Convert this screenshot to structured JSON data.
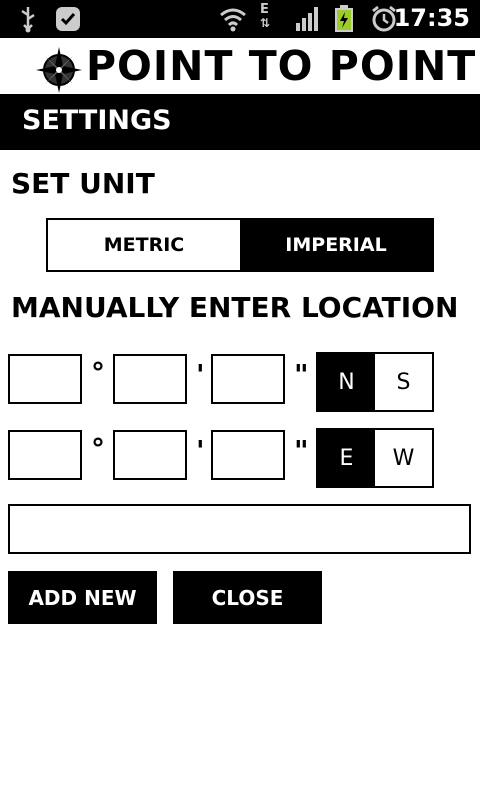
{
  "status_bar": {
    "time": "17:35",
    "icons": [
      "usb-icon",
      "check-shield-icon",
      "wifi-icon",
      "data-arrows-icon",
      "signal-icon",
      "battery-icon",
      "alarm-icon"
    ],
    "network_letter": "E"
  },
  "app": {
    "title": "POINT TO POINT"
  },
  "settings": {
    "title": "SETTINGS"
  },
  "unit": {
    "heading": "SET UNIT",
    "options": [
      "METRIC",
      "IMPERIAL"
    ],
    "selected": "IMPERIAL"
  },
  "location": {
    "heading": "MANUALLY ENTER LOCATION",
    "degree_symbol": "°",
    "minute_symbol": "'",
    "second_symbol": "\"",
    "latitude": {
      "directions": [
        "N",
        "S"
      ],
      "selected": "N"
    },
    "longitude": {
      "directions": [
        "E",
        "W"
      ],
      "selected": "E"
    }
  },
  "buttons": {
    "add_new": "ADD NEW",
    "close": "CLOSE"
  },
  "colors": {
    "primary": "#000000",
    "background": "#ffffff",
    "battery_accent": "#9ccc2a"
  }
}
